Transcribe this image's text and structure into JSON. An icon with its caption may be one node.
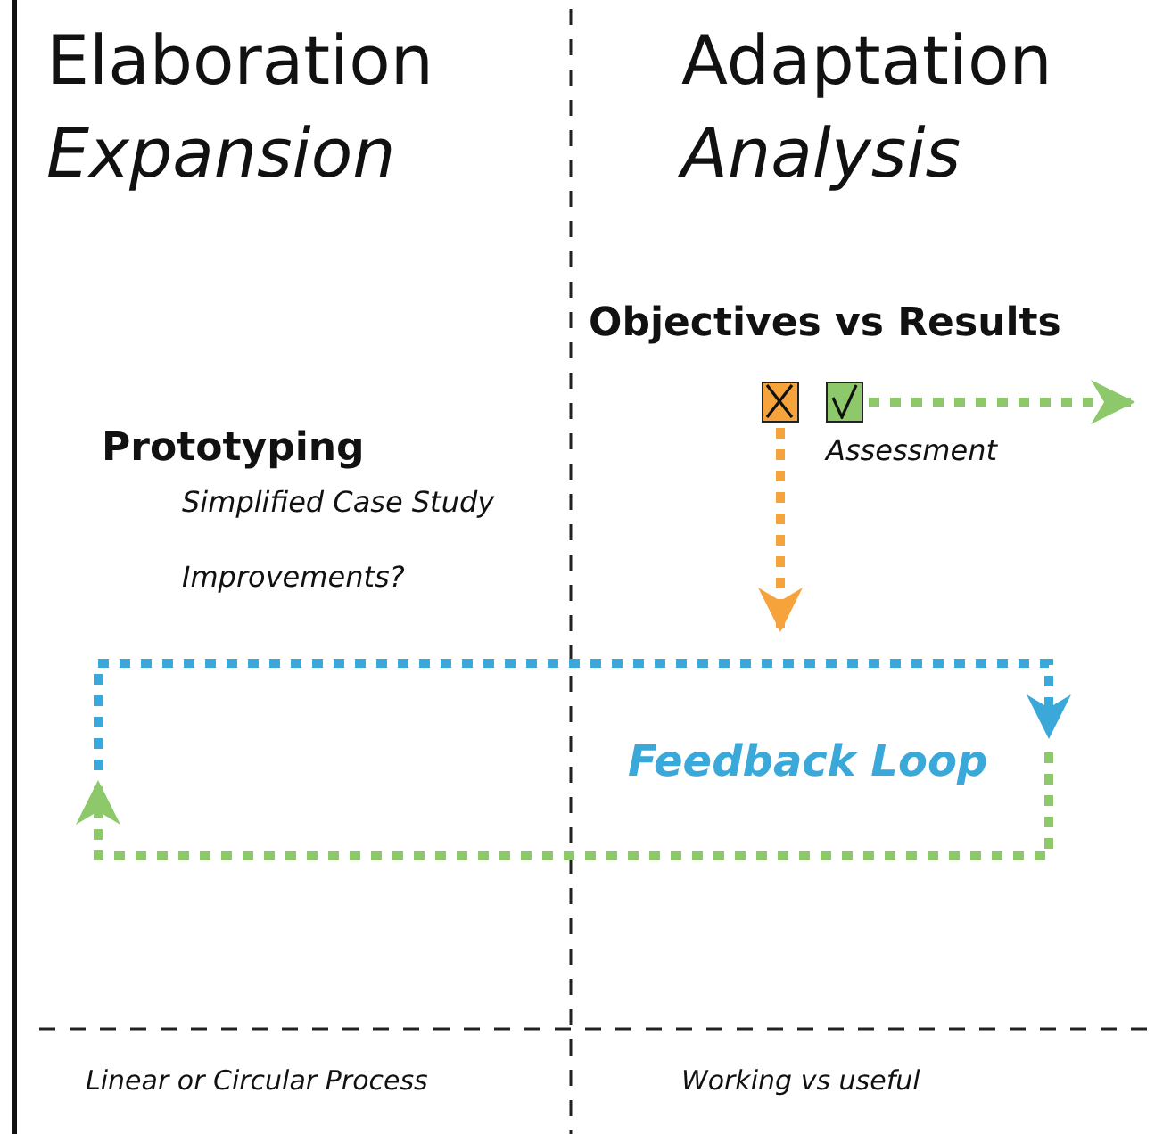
{
  "diagram": {
    "nodes": [
      {
        "text": [],
        "shape": "box"
      },
      {
        "text": [],
        "shape": "box"
      }
    ],
    "edges": [
      {
        "from": 1,
        "to": null,
        "arrow": "to",
        "color": "#8dc86b"
      },
      {
        "from": 0,
        "to": null,
        "arrow": "to",
        "color": "#f5a33a"
      }
    ],
    "labels": [
      "Elaboration",
      "Adaptation",
      "Expansion",
      "Analysis",
      "Objectives vs Results",
      "Prototyping",
      "Assessment",
      "Simplified Case Study",
      "Improvements?",
      "Feedback Loop",
      "Linear or Circular Process",
      "Working vs useful"
    ]
  }
}
